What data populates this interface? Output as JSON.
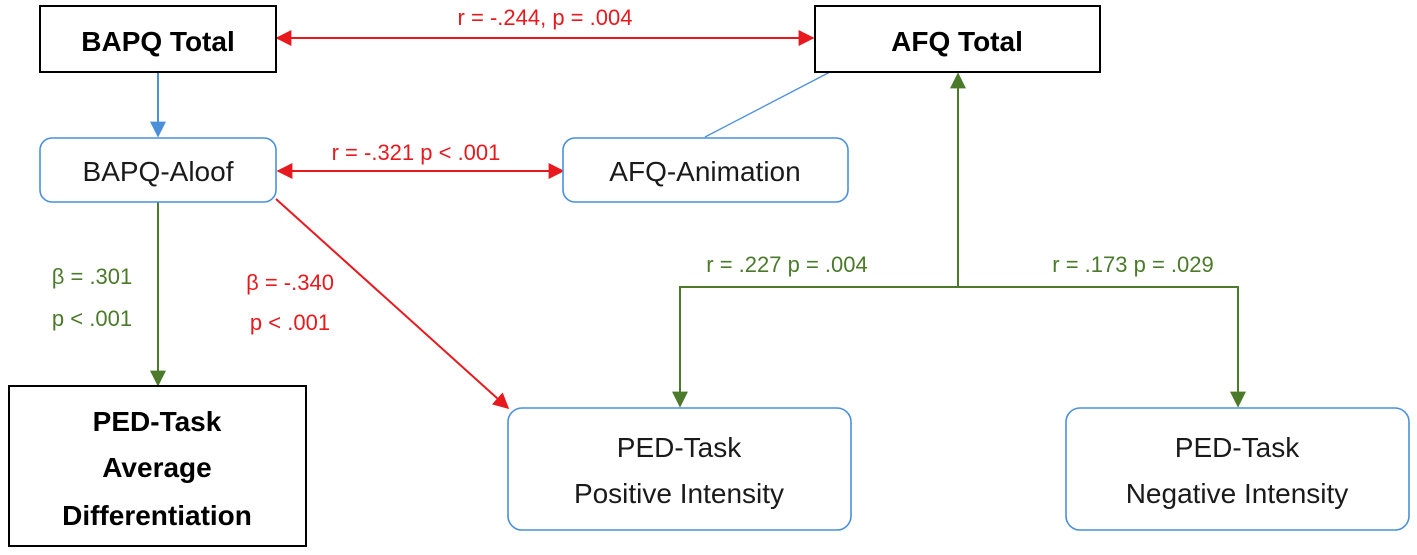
{
  "nodes": {
    "bapq_total": {
      "lines": [
        "BAPQ Total"
      ]
    },
    "afq_total": {
      "lines": [
        "AFQ Total"
      ]
    },
    "bapq_aloof": {
      "lines": [
        "BAPQ-Aloof"
      ]
    },
    "afq_animation": {
      "lines": [
        "AFQ-Animation"
      ]
    },
    "ped_avg_diff": {
      "lines": [
        "PED-Task",
        "Average",
        "Differentiation"
      ]
    },
    "ped_pos": {
      "lines": [
        "PED-Task",
        "Positive Intensity"
      ]
    },
    "ped_neg": {
      "lines": [
        "PED-Task",
        "Negative Intensity"
      ]
    }
  },
  "edges": {
    "bapq_afq_total": "r = -.244, p = .004",
    "aloof_animation": "r = -.321 p < .001",
    "aloof_avgdiff": [
      "β = .301",
      "p < .001"
    ],
    "aloof_pos": [
      "β = -.340",
      "p < .001"
    ],
    "afq_pos": "r = .227 p = .004",
    "afq_neg": "r = .173 p = .029"
  },
  "colors": {
    "red": "#e8191e",
    "green": "#4a7a2a",
    "blue": "#4a90d9",
    "black": "#000000"
  }
}
